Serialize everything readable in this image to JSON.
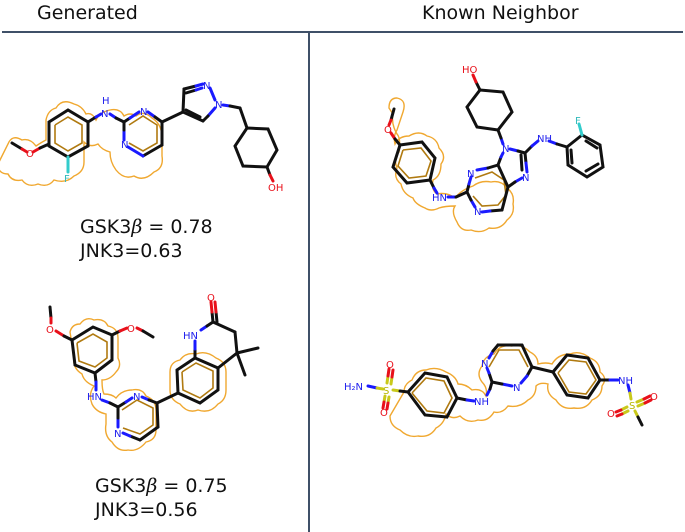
{
  "headers": {
    "left": "Generated",
    "right": "Known Neighbor"
  },
  "colors": {
    "divider": "#3f5068",
    "highlight": "#f0a830",
    "nitrogen": "#2020ee",
    "oxygen": "#e8101a",
    "fluorine": "#33cccc",
    "sulfur": "#c9c91a"
  },
  "pairs": [
    {
      "generated": {
        "labels": {
          "nh": "H",
          "nh_n": "N",
          "n1": "N",
          "n2": "N",
          "pz_n1": "N",
          "pz_n2": "N",
          "o": "O",
          "f": "F",
          "oh": "OH"
        },
        "scores": {
          "gsk3b_prefix": "GSK3",
          "gsk3b_greek": "β",
          "gsk3b_value": " = 0.78",
          "jnk3": "JNK3=0.63"
        }
      },
      "neighbor": {
        "labels": {
          "ho": "HO",
          "o": "O",
          "hn": "HN",
          "n1": "N",
          "n3": "N",
          "n7": "N",
          "n9": "N",
          "nh": "NH",
          "f": "F"
        }
      }
    },
    {
      "generated": {
        "labels": {
          "o1": "O",
          "o2": "O",
          "hn": "HN",
          "n1": "N",
          "n3": "N",
          "hn_lactam": "HN",
          "o_carbonyl": "O"
        },
        "scores": {
          "gsk3b_prefix": "GSK3",
          "gsk3b_greek": "β",
          "gsk3b_value": " = 0.75",
          "jnk3": "JNK3=0.56"
        }
      },
      "neighbor": {
        "labels": {
          "h2n": "H₂N",
          "s1": "S",
          "o1": "O",
          "o2": "O",
          "nh": "NH",
          "n1": "N",
          "n3": "N",
          "nh2": "NH",
          "s2": "S",
          "o3": "O",
          "o4": "O"
        }
      }
    }
  ]
}
